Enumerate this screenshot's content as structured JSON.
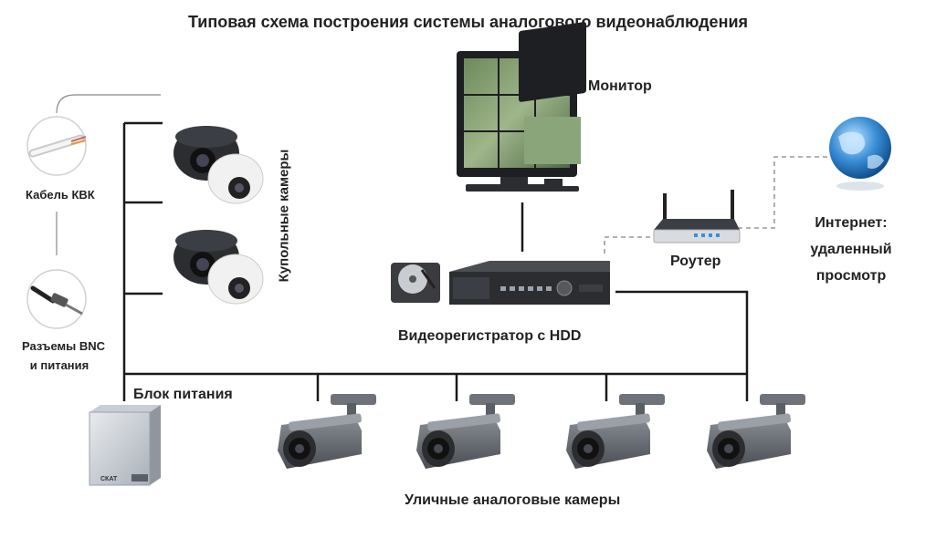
{
  "diagram": {
    "title": "Типовая схема построения системы аналогового видеонаблюдения",
    "labels": {
      "cable": "Кабель КВК",
      "connectors_line1": "Разъемы BNC",
      "connectors_line2": "и питания",
      "dome_cameras": "Купольные камеры",
      "monitor": "Монитор",
      "router": "Роутер",
      "internet_line1": "Интернет:",
      "internet_line2": "удаленный",
      "internet_line3": "просмотр",
      "dvr": "Видеорегистратор с HDD",
      "power_supply": "Блок питания",
      "street_cameras": "Уличные аналоговые камеры",
      "psu_brand": "СКАТ"
    },
    "colors": {
      "wire": "#1a1a1a",
      "network_dashed": "#9a9a9a",
      "device_dark": "#2b2d31",
      "globe": "#3a8fd6"
    }
  }
}
